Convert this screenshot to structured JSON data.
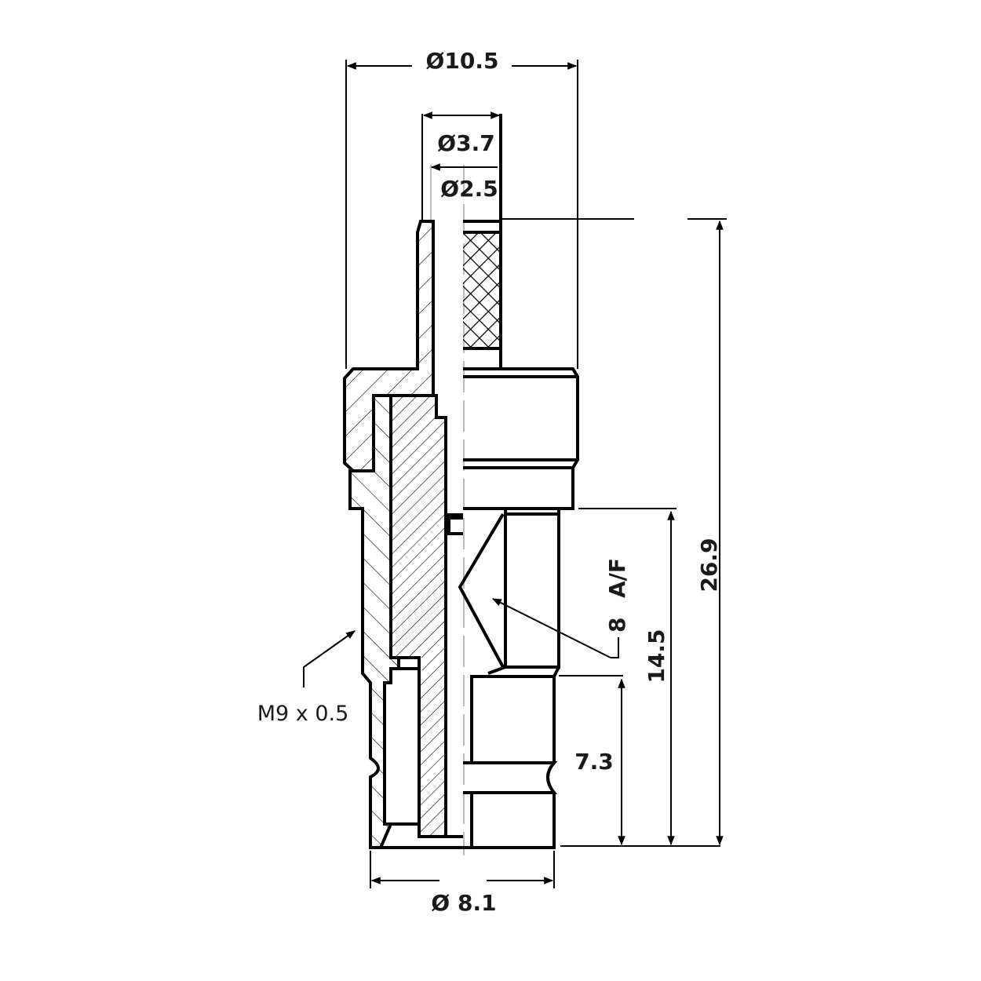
{
  "drawing": {
    "title": "Valve cross-section technical drawing",
    "dimensions": {
      "outer_diameter": "Ø10.5",
      "bore_diameter": "Ø3.7",
      "inner_diameter": "Ø2.5",
      "base_diameter": "Ø 8.1",
      "total_height": "26.9",
      "hex_height": "14.5",
      "lower_height": "7.3",
      "wrench_size": "8",
      "wrench_unit": "A/F",
      "thread": "M9 x 0.5"
    },
    "colors": {
      "line": "#000000",
      "text": "#1a1a1a",
      "centerline": "#bbbbbb",
      "background": "#ffffff"
    }
  }
}
